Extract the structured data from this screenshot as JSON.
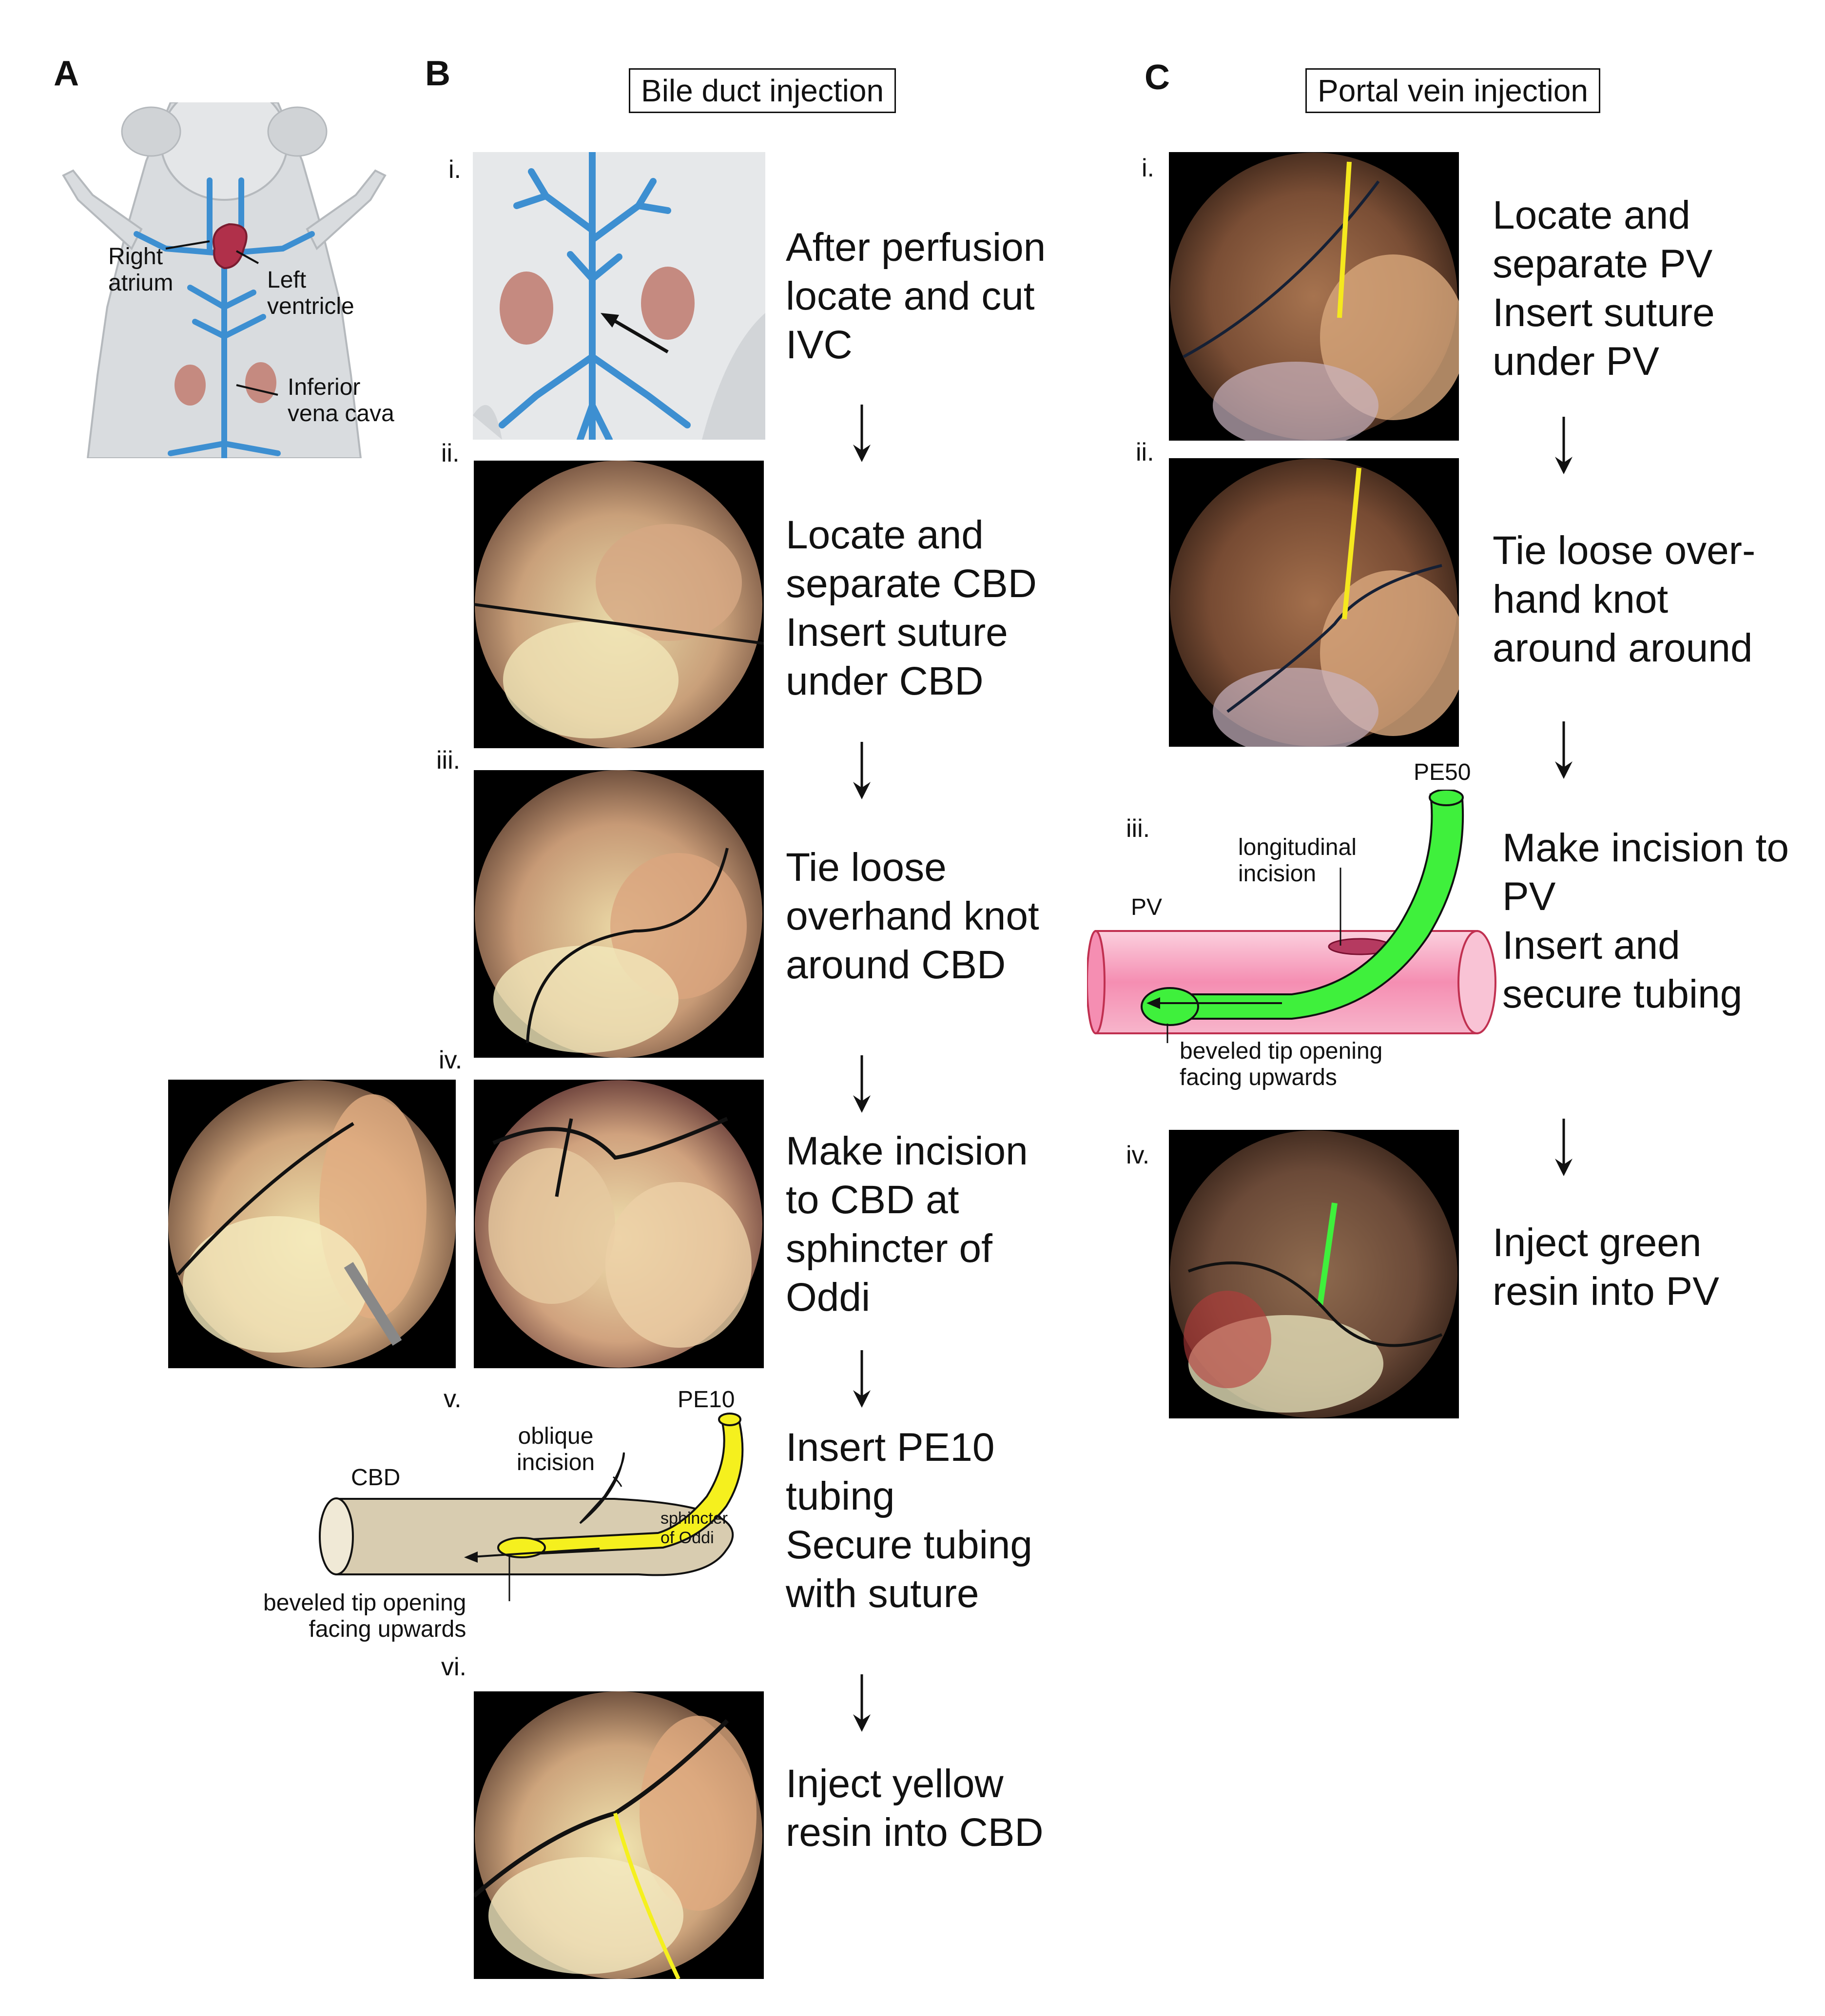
{
  "panel_a": {
    "letter": "A",
    "labels": {
      "right_atrium": "Right\natrium",
      "left_ventricle": "Left\nventricle",
      "ivc": "Inferior\nvena cava"
    }
  },
  "panel_b": {
    "letter": "B",
    "title": "Bile duct injection",
    "romans": [
      "i.",
      "ii.",
      "iii.",
      "iv.",
      "v.",
      "vi."
    ],
    "steps": [
      "After perfusion\nlocate and cut\nIVC",
      "Locate and\nseparate CBD\nInsert suture\nunder CBD",
      "Tie loose\noverhand knot\naround CBD",
      "Make incision\nto CBD at\nsphincter of\nOddi",
      "Insert PE10\ntubing\nSecure tubing\nwith suture",
      "Inject yellow\nresin into CBD"
    ],
    "diagram": {
      "tube_label": "PE10",
      "cbd_label": "CBD",
      "oblique": "oblique\nincision",
      "sphincter": "sphincter\nof Oddi",
      "beveled": "beveled tip opening\nfacing upwards"
    }
  },
  "panel_c": {
    "letter": "C",
    "title": "Portal vein injection",
    "romans": [
      "i.",
      "ii.",
      "iii.",
      "iv."
    ],
    "steps": [
      "Locate and\nseparate PV\nInsert suture\nunder PV",
      "Tie loose over-\nhand knot\naround around",
      "Make incision to\nPV\nInsert and\nsecure tubing",
      "Inject green\nresin into PV"
    ],
    "diagram": {
      "tube_label": "PE50",
      "pv_label": "PV",
      "longitudinal": "longitudinal\nincision",
      "beveled": "beveled tip opening\nfacing upwards"
    }
  },
  "colors": {
    "vessel_blue": "#3d8fd1",
    "resin_yellow": "#f5f01e",
    "resin_green": "#3ff03c",
    "pv_pink": "#f7a9c2",
    "cbd_tan": "#d8ccb0"
  }
}
